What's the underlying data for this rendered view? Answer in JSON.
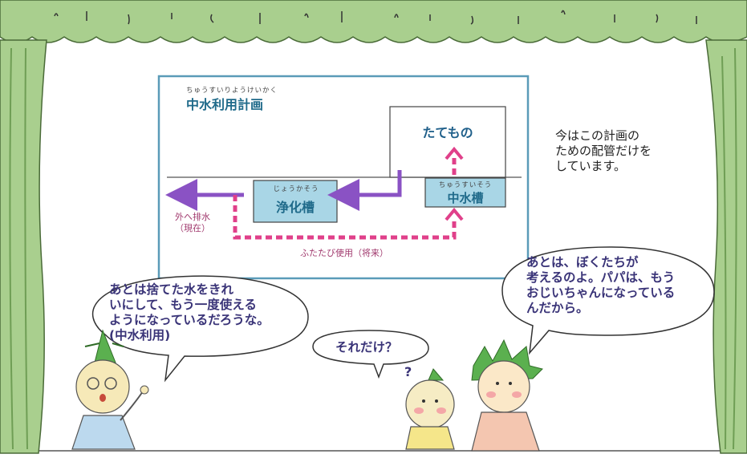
{
  "diagram": {
    "title_furigana": "ちゅうすいりようけいかく",
    "title": "中水利用計画",
    "building": "たてもの",
    "purifier_furigana": "じょうかそう",
    "purifier": "浄化槽",
    "middle_tank_furigana": "ちゅうすいそう",
    "middle_tank": "中水槽",
    "drain_label": "外へ排水\n（現在）",
    "reuse_label": "ふたたび使用（将来）"
  },
  "narration": "今はこの計画の\nための配管だけを\nしています。",
  "bubbles": {
    "left": "あとは捨てた水をきれ\nいにして、もう一度使える\nようになっているだろうな。\n(中水利用)",
    "middle": "それだけ？",
    "right": "あとは、ぼくたちが\n考えるのよ。パパは、もう\nおじいちゃんになっている\nんだから。",
    "question_mark": "?"
  },
  "colors": {
    "curtain": "#a9cf8e",
    "curtain_dark": "#6f9e55",
    "box_fill": "#a9d6e6",
    "arrow_purple": "#8a52c4",
    "arrow_pink": "#e0408a",
    "frame_line": "#5a9bb8",
    "speech_text": "#3a3478"
  }
}
